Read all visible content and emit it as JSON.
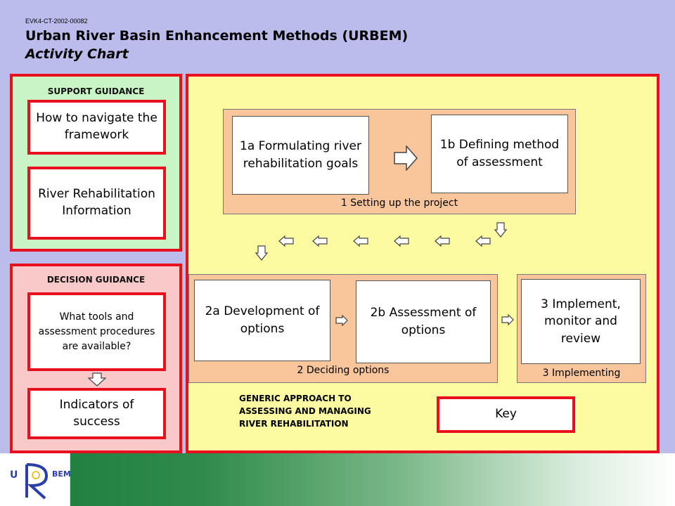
{
  "header": {
    "code": "EVK4-CT-2002-00082",
    "title": "Urban River Basin Enhancement Methods (URBEM)",
    "subtitle": "Activity Chart"
  },
  "support": {
    "label": "SUPPORT GUIDANCE",
    "item1": "How to navigate the framework",
    "item2": "River Rehabilitation Information"
  },
  "decision": {
    "label": "DECISION GUIDANCE",
    "item1": "What tools and assessment procedures are available?",
    "item2": "Indicators of success"
  },
  "stage1": {
    "label": "1 Setting up the project",
    "box_a": "1a Formulating river rehabilitation goals",
    "box_b": "1b Defining method of assessment"
  },
  "stage2": {
    "label": "2 Deciding options",
    "box_a": "2a Development of options",
    "box_b": "2b Assessment of options"
  },
  "stage3": {
    "label": "3 Implementing",
    "box": "3 Implement, monitor and review"
  },
  "generic_note": "GENERIC APPROACH TO ASSESSING AND MANAGING RIVER REHABILITATION",
  "key_label": "Key",
  "logo": {
    "left": "U",
    "right": "BEM"
  },
  "colors": {
    "background": "#bcbcec",
    "panel_border": "#e8101e",
    "support_fill": "#c9f5c6",
    "decision_fill": "#f9c9c9",
    "generic_fill": "#fdfba2",
    "stage_fill": "#f9c59a"
  }
}
